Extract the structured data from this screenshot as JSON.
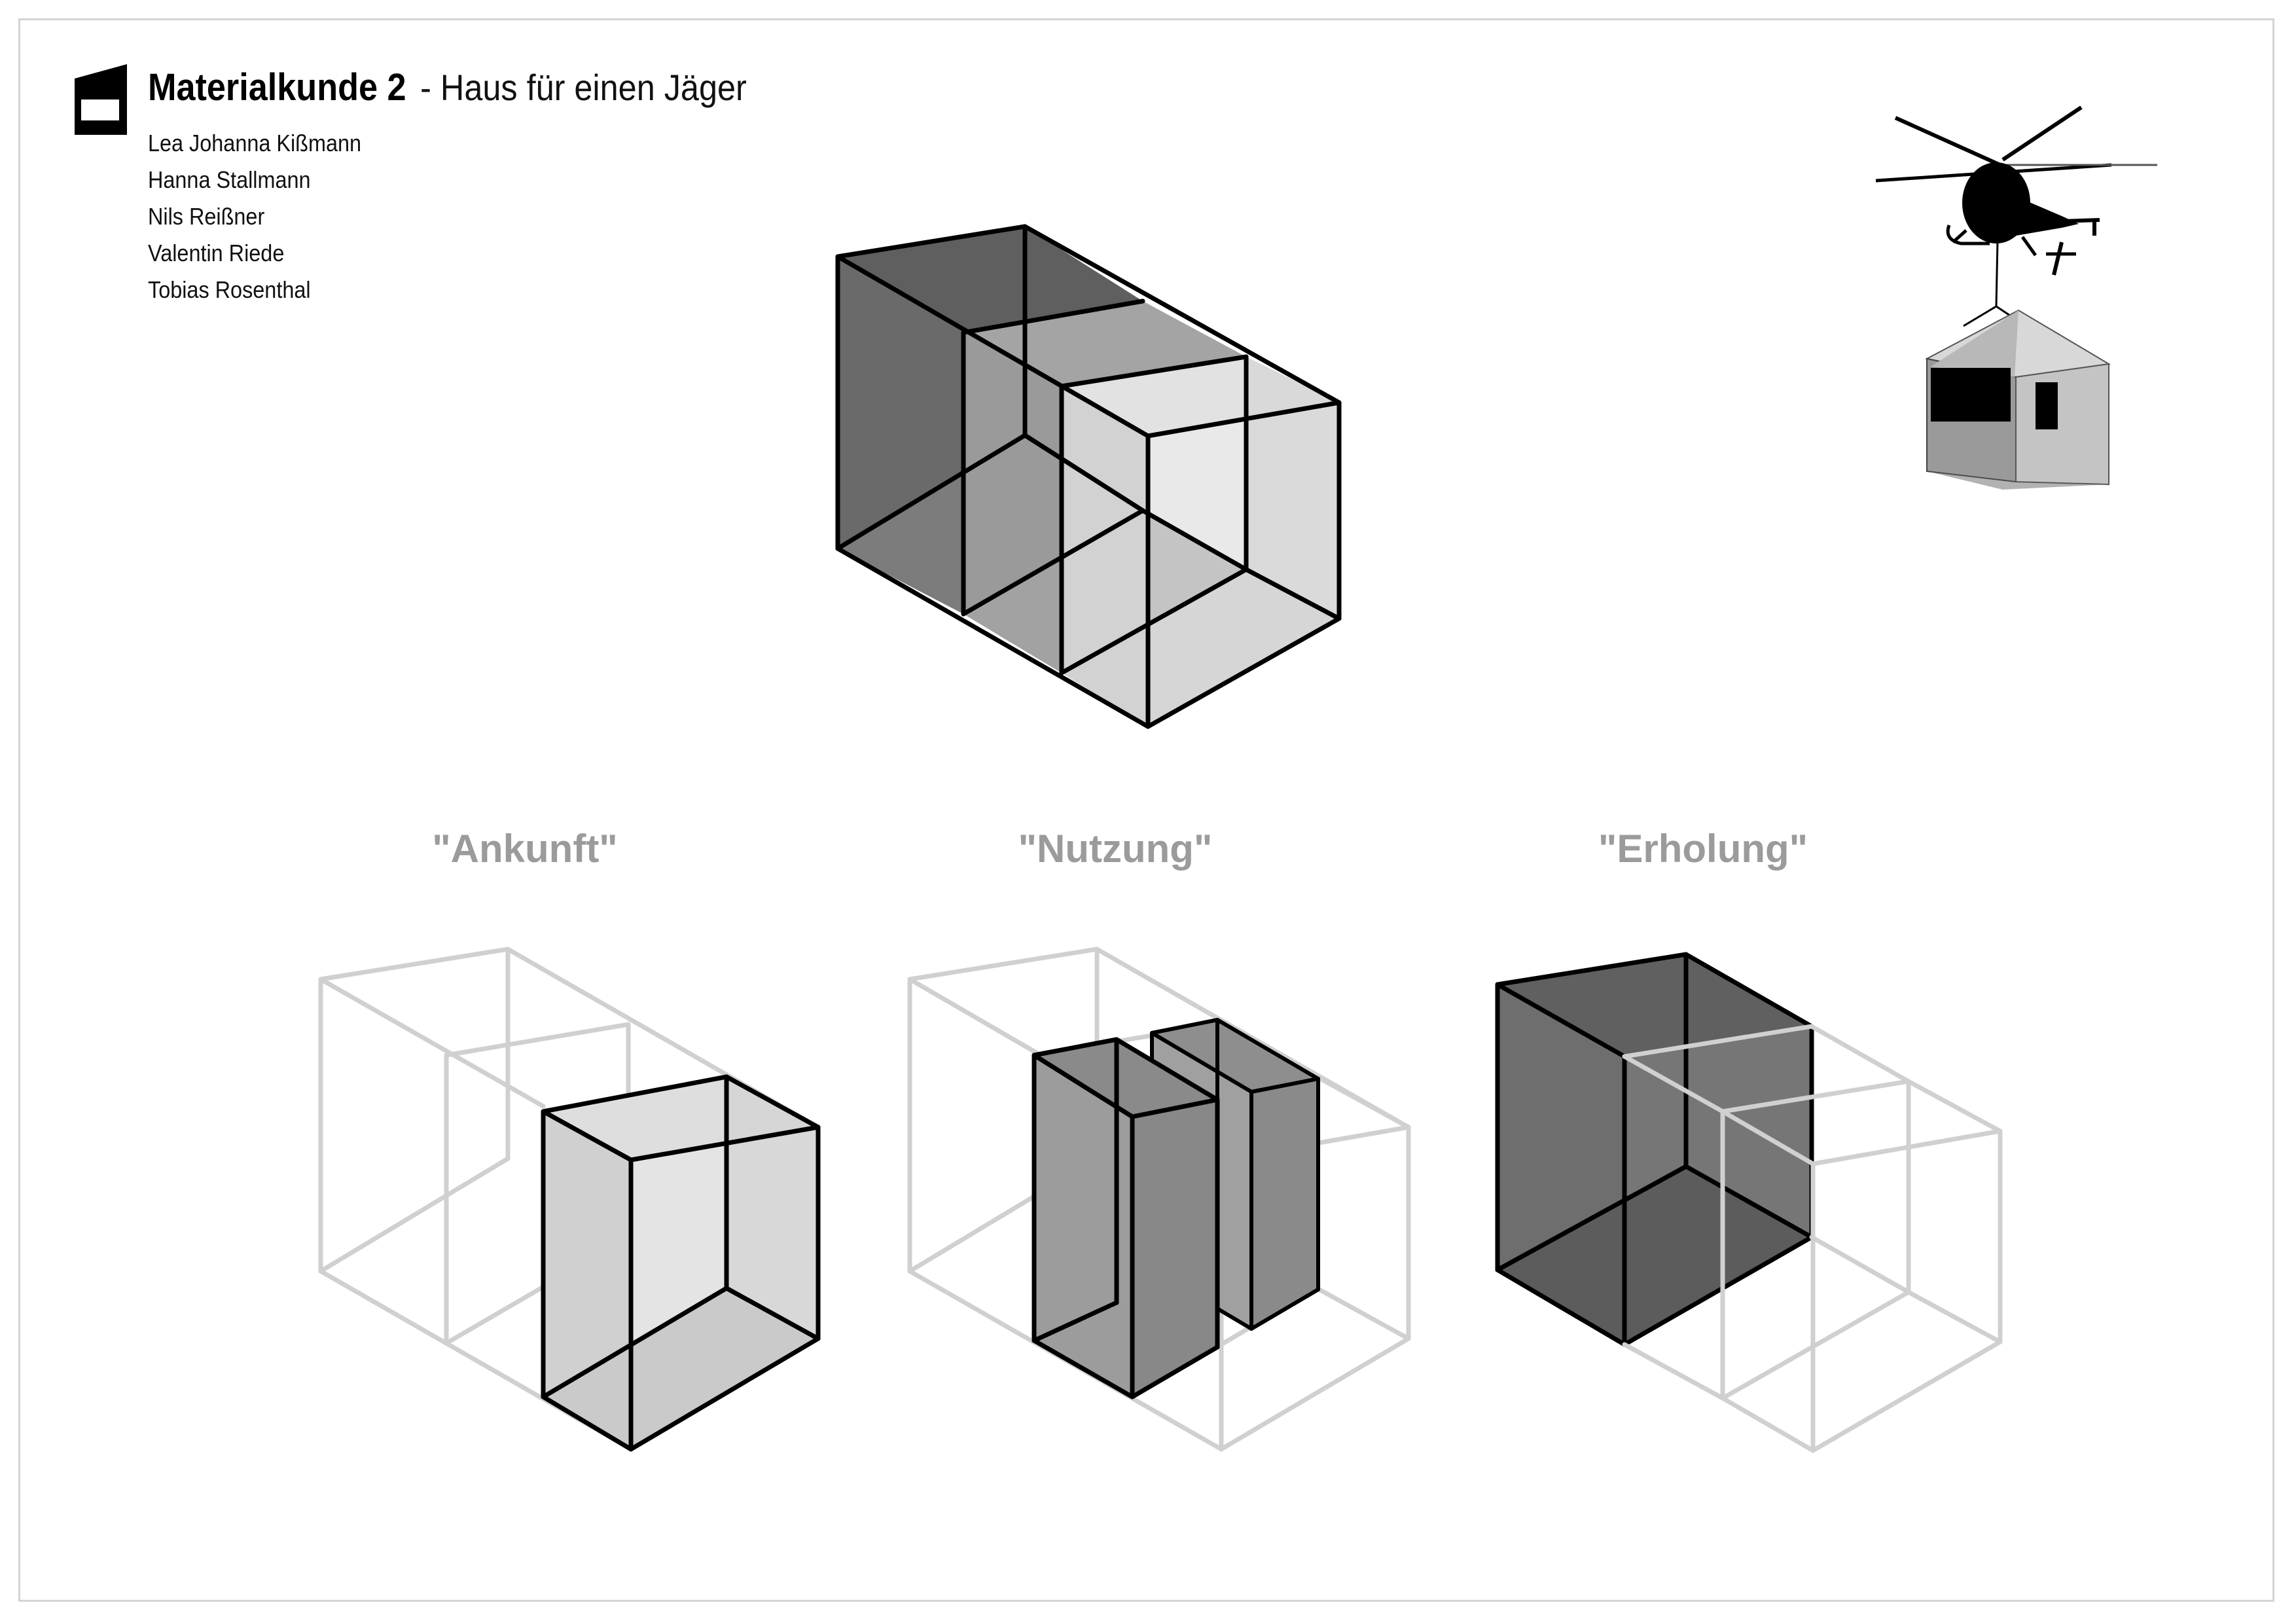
{
  "header": {
    "title": "Materialkunde 2",
    "subtitle": "- Haus für einen Jäger",
    "authors": [
      "Lea Johanna Kißmann",
      "Hanna Stallmann",
      "Nils Reißner",
      "Valentin Riede",
      "Tobias Rosenthal"
    ]
  },
  "phases": [
    {
      "label": "\"Ankunft\""
    },
    {
      "label": "\"Nutzung\""
    },
    {
      "label": "\"Erholung\""
    }
  ],
  "icons": {
    "logo": "house-logo-icon",
    "helicopter": "helicopter-icon",
    "cabin": "cabin-module-icon"
  },
  "colors": {
    "outline": "#000000",
    "dark_fill": "#6a6a6a",
    "mid_fill": "#999999",
    "light_fill": "#d6d6d6",
    "ghost_outline": "#d0d0d0",
    "label_gray": "#9b9b9b"
  }
}
